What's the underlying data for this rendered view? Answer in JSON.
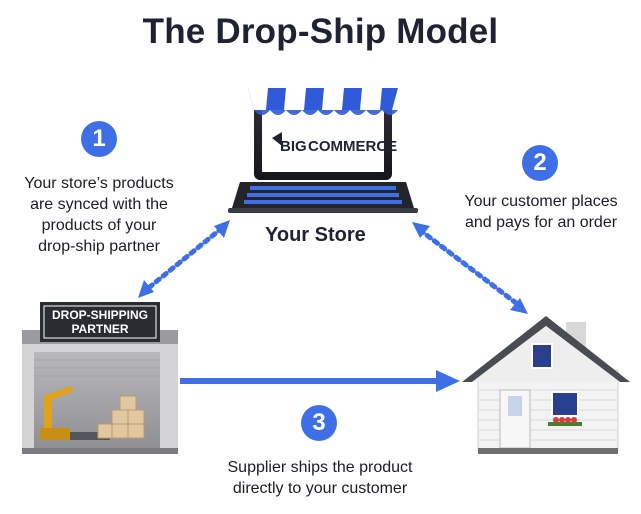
{
  "title": "The Drop-Ship Model",
  "store": {
    "label": "Your Store",
    "brand_prefix": "BIG",
    "brand_suffix": "COMMERCE"
  },
  "partner": {
    "sign_line1": "DROP-SHIPPING",
    "sign_line2": "PARTNER"
  },
  "steps": [
    {
      "number": "1",
      "text_lines": [
        "Your store’s products",
        "are synced with the",
        "products of your",
        "drop-ship partner"
      ]
    },
    {
      "number": "2",
      "text_lines": [
        "Your customer places",
        "and pays for an order"
      ]
    },
    {
      "number": "3",
      "text_lines": [
        "Supplier ships the product",
        "directly to your customer"
      ]
    }
  ],
  "colors": {
    "accent": "#3f6fe6",
    "dark": "#1f2233",
    "awning_blue": "#2f5bd8"
  }
}
